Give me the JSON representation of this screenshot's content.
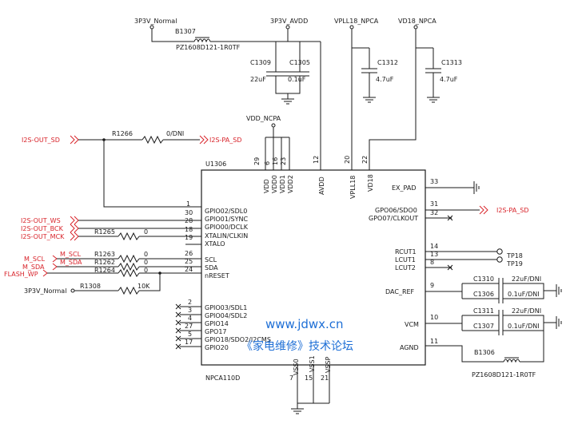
{
  "power": {
    "rail_3p3v_normal": "3P3V_Normal",
    "rail_3p3v_avdd": "3P3V_AVDD",
    "rail_vpll18": "VPLL18_NPCA",
    "rail_vd18": "VD18_NPCA",
    "rail_vdd_ncpa": "VDD_NCPA",
    "rail_3p3v_normal_reset": "3P3V_Normal"
  },
  "components": {
    "b1307_ref": "B1307",
    "b1307_part": "PZ1608D121-1R0TF",
    "c1309_ref": "C1309",
    "c1309_val": "22uF",
    "c1305_ref": "C1305",
    "c1305_val": "0.1uF",
    "c1312_ref": "C1312",
    "c1312_val": "4.7uF",
    "c1313_ref": "C1313",
    "c1313_val": "4.7uF",
    "r1266_ref": "R1266",
    "r1266_val": "0/DNI",
    "r1265_ref": "R1265",
    "r1265_val": "0",
    "r1263_ref": "R1263",
    "r1263_val": "0",
    "r1262_ref": "R1262",
    "r1262_val": "0",
    "r1264_ref": "R1264",
    "r1264_val": "0",
    "r1308_ref": "R1308",
    "r1308_val": "10K",
    "c1310_ref": "C1310",
    "c1310_val": "22uF/DNI",
    "c1306_ref": "C1306",
    "c1306_val": "0.1uF/DNI",
    "c1311_ref": "C1311",
    "c1311_val": "22uF/DNI",
    "c1307_ref": "C1307",
    "c1307_val": "0.1uF/DNI",
    "b1306_ref": "B1306",
    "b1306_part": "PZ1608D121-1R0TF",
    "tp18": "TP18",
    "tp19": "TP19"
  },
  "nets": {
    "i2s_out_sd": "I2S-OUT_SD",
    "i2s_pa_sd_top": "I2S-PA_SD",
    "i2s_out_ws": "I2S-OUT_WS",
    "i2s_out_bck": "I2S-OUT_BCK",
    "i2s_out_mck": "I2S-OUT_MCK",
    "m_scl_ext": "M_SCL",
    "m_sda_ext": "M_SDA",
    "flash_wp": "FLASH_WP",
    "m_scl_int": "M_SCL",
    "m_sda_int": "M_SDA",
    "i2s_pa_sd_right": "I2S-PA_SD"
  },
  "ic": {
    "ref": "U1306",
    "part": "NPCA110D",
    "top_pins": [
      {
        "num": "29",
        "name": "VDD"
      },
      {
        "num": "6",
        "name": "VDD0"
      },
      {
        "num": "16",
        "name": "VDD1"
      },
      {
        "num": "23",
        "name": "VDD2"
      },
      {
        "num": "12",
        "name": "AVDD"
      },
      {
        "num": "20",
        "name": "VPLL18"
      },
      {
        "num": "22",
        "name": "VD18"
      }
    ],
    "left_pins": [
      {
        "num": "1",
        "name": "GPIO02/SDL0"
      },
      {
        "num": "30",
        "name": "GPIO01/SYNC"
      },
      {
        "num": "28",
        "name": "GPIO00/DCLK"
      },
      {
        "num": "18",
        "name": "XTALIN/CLKIN"
      },
      {
        "num": "19",
        "name": "XTALO"
      },
      {
        "num": "26",
        "name": "SCL"
      },
      {
        "num": "25",
        "name": "SDA"
      },
      {
        "num": "24",
        "name": "nRESET"
      },
      {
        "num": "2",
        "name": "GPIO03/SDL1"
      },
      {
        "num": "3",
        "name": "GPIO04/SDL2"
      },
      {
        "num": "4",
        "name": "GPIO14"
      },
      {
        "num": "27",
        "name": "GPO17"
      },
      {
        "num": "5",
        "name": "GPIO18/SDO2/I2CMS"
      },
      {
        "num": "17",
        "name": "GPIO20"
      }
    ],
    "right_pins": [
      {
        "num": "33",
        "name": "EX_PAD"
      },
      {
        "num": "31",
        "name": "GPO06/SDO0"
      },
      {
        "num": "32",
        "name": "GPO07/CLKOUT"
      },
      {
        "num": "14",
        "name": "RCUT1"
      },
      {
        "num": "13",
        "name": "LCUT1"
      },
      {
        "num": "8",
        "name": "LCUT2"
      },
      {
        "num": "9",
        "name": "DAC_REF"
      },
      {
        "num": "10",
        "name": "VCM"
      },
      {
        "num": "11",
        "name": "AGND"
      }
    ],
    "bottom_pins": [
      {
        "num": "7",
        "name": "VSS0"
      },
      {
        "num": "15",
        "name": "VSS1"
      },
      {
        "num": "21",
        "name": "VSSP"
      }
    ]
  },
  "watermark": {
    "url": "www.jdwx.cn",
    "forum": "《家电维修》技术论坛"
  }
}
